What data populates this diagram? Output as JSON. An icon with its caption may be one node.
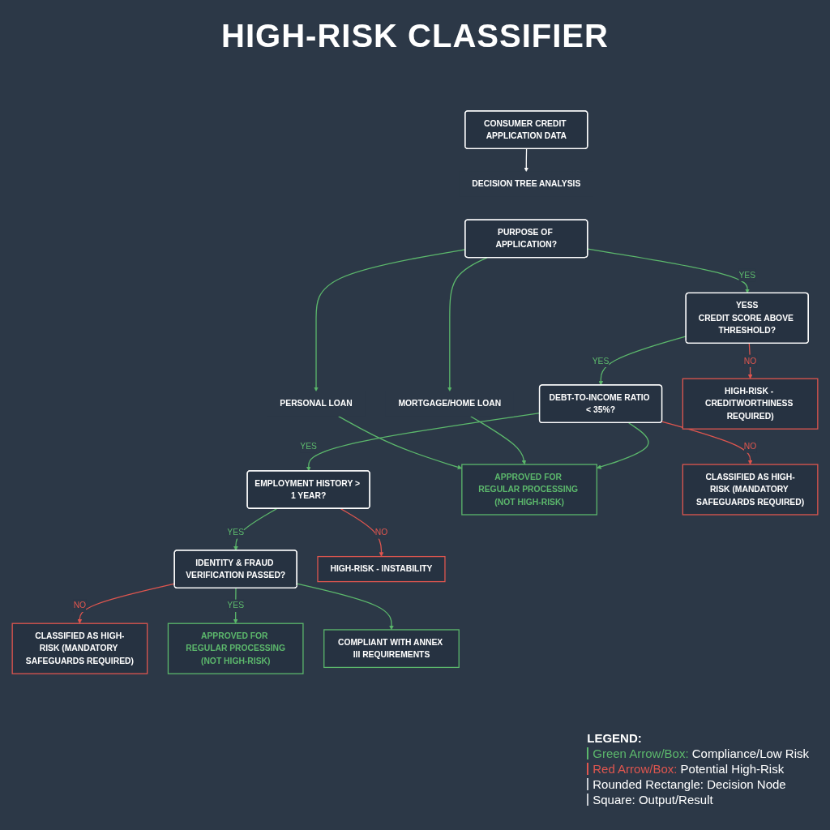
{
  "diagram": {
    "title": "HIGH-RISK CLASSIFIER",
    "nodes": [
      {
        "text": [
          "CONSUMER CREDIT APPLICATION DATA"
        ]
      },
      {
        "text": [
          "DECISION TREE ANALYSIS"
        ]
      },
      {
        "text": [
          "PURPOSE OF APPLICATION?"
        ]
      },
      {
        "text": [
          "PERSONAL LOAN"
        ]
      },
      {
        "text": [
          "MORTGAGE/HOME LOAN"
        ]
      },
      {
        "text": [
          "APPROVED FOR REGULAR PROCESSING (NOT HIGH-RISK)"
        ]
      },
      {
        "text": [
          "YESS",
          "CREDIT SCORE ABOVE THRESHOLD?"
        ]
      },
      {
        "text": [
          "HIGH-RISK - CREDITWORTHINESS REQUIRED)"
        ]
      },
      {
        "text": [
          "DEBT-TO-INCOME RATIO < 35%?"
        ]
      },
      {
        "text": [
          "CLASSIFIED AS HIGH-RISK (MANDATORY SAFEGUARDS REQUIRED)"
        ]
      },
      {
        "text": [
          "EMPLOYMENT HISTORY > 1 YEAR?"
        ]
      },
      {
        "text": [
          "HIGH-RISK - INSTABILITY"
        ]
      },
      {
        "text": [
          "IDENTITY & FRAUD VERIFICATION PASSED?"
        ]
      },
      {
        "text": [
          "CLASSIFIED AS HIGH-RISK (MANDATORY SAFEGUARDS REQUIRED)"
        ]
      },
      {
        "text": [
          "APPROVED FOR REGULAR PROCESSING",
          "(NOT HIGH-RISK)"
        ]
      },
      {
        "text": [
          "COMPLIANT WITH ANNEX III REQUIREMENTS"
        ]
      }
    ],
    "edges": [
      {
        "from": 0,
        "to": 1,
        "arrow": "to",
        "color": "#ffffff"
      },
      {
        "from": 2,
        "to": 3,
        "arrow": "to"
      },
      {
        "from": 2,
        "to": 4,
        "arrow": "to"
      },
      {
        "from": 3,
        "to": 5,
        "arrow": "to"
      },
      {
        "from": 4,
        "to": 5,
        "arrow": "to"
      },
      {
        "from": 2,
        "to": 6,
        "arrow": "to",
        "label": "YES"
      },
      {
        "from": 6,
        "to": 7,
        "arrow": "to",
        "label": "NO",
        "color": "#e0564f"
      },
      {
        "from": 6,
        "to": 8,
        "arrow": "to",
        "label": "YES"
      },
      {
        "from": 8,
        "to": 9,
        "arrow": "to",
        "label": "NO",
        "color": "#e0564f"
      },
      {
        "from": 8,
        "to": 10,
        "arrow": "to",
        "label": "YES"
      },
      {
        "from": 8,
        "to": 5,
        "arrow": "to"
      },
      {
        "from": 10,
        "to": 11,
        "arrow": "to",
        "label": "NO",
        "color": "#e0564f"
      },
      {
        "from": 10,
        "to": 12,
        "arrow": "to",
        "label": "YES"
      },
      {
        "from": 12,
        "to": 13,
        "arrow": "to",
        "label": "NO",
        "color": "#e0564f"
      },
      {
        "from": 12,
        "to": 14,
        "arrow": "to",
        "label": "YES"
      },
      {
        "from": 12,
        "to": 15,
        "arrow": "to"
      }
    ],
    "labels": [
      "LEGEND:"
    ],
    "legend": [
      {
        "text": "Green Arrow/Box: Compliance/Low Risk",
        "color": "#5cb86c"
      },
      {
        "text": "Red Arrow/Box: Potential High-Risk",
        "color": "#e0564f"
      },
      {
        "text": "Rounded Rectangle: Decision Node"
      },
      {
        "text": "Square: Output/Result"
      }
    ]
  }
}
